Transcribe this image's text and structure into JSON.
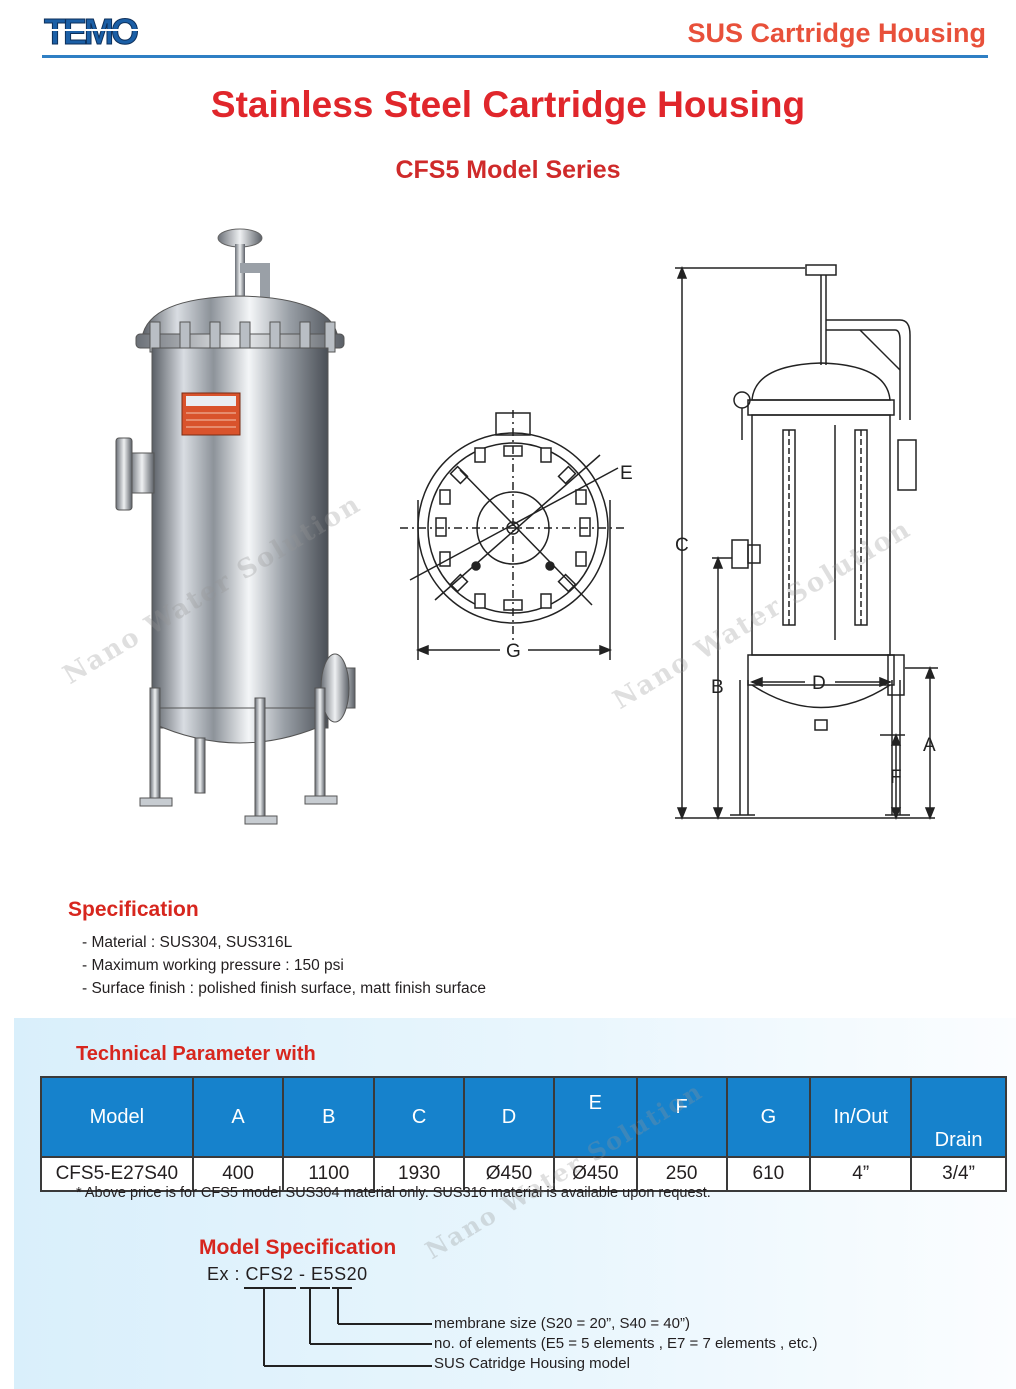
{
  "header": {
    "brand_logo_text": "TEMO",
    "title": "SUS Cartridge Housing"
  },
  "page": {
    "title": "Stainless Steel Cartridge Housing",
    "subtitle": "CFS5 Model Series"
  },
  "drawing": {
    "top_view_labels": {
      "e": "E",
      "g": "G"
    },
    "side_view_labels": {
      "a": "A",
      "b": "B",
      "c": "C",
      "d": "D",
      "f": "F"
    }
  },
  "watermark": "Nano Water Solution",
  "specification": {
    "heading": "Specification",
    "items": [
      "Material : SUS304, SUS316L",
      "Maximum working pressure : 150 psi",
      "Surface finish :  polished finish surface,  matt finish surface"
    ]
  },
  "technical": {
    "heading": "Technical Parameter with",
    "columns": [
      "Model",
      "A",
      "B",
      "C",
      "D",
      "E",
      "F",
      "G",
      "In/Out",
      "Drain"
    ],
    "rows": [
      [
        "CFS5-E27S40",
        "400",
        "1100",
        "1930",
        "Ø450",
        "Ø450",
        "250",
        "610",
        "4”",
        "3/4”"
      ]
    ],
    "note": "* Above price is for  CFS5 model SUS304 material only.   SUS316 material is available upon request."
  },
  "model_spec": {
    "heading": "Model Specification",
    "example_prefix": "Ex : ",
    "example_series": "CFS2",
    "example_dash": " - ",
    "example_elements": "E5",
    "example_size": "S20",
    "legend": [
      "membrane size (S20 = 20”,  S40 = 40”)",
      "no. of elements (E5 = 5 elements , E7 = 7 elements , etc.)",
      "SUS Catridge Housing model"
    ]
  },
  "colors": {
    "accent_red": "#e0262b",
    "header_orange": "#e8503a",
    "brand_blue": "#2f7fc4",
    "table_header_blue": "#1682cc",
    "panel_light_blue": "#d9effb"
  }
}
